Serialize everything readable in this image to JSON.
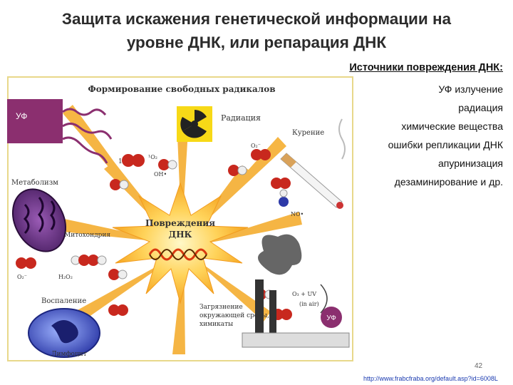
{
  "title_line1": "Защита искажения генетической информации на",
  "title_line2": "уровне ДНК, или репарация ДНК",
  "sources_heading": "Источники повреждения ДНК:",
  "sources": [
    "УФ излучение",
    "радиация",
    "химические вещества",
    "ошибки репликации ДНК",
    "апуринизация",
    "дезаминирование и др."
  ],
  "figure": {
    "top_label": "Формирование свободных радикалов",
    "uv_left": "УФ",
    "radiation": "Радиация",
    "smoking": "Курение",
    "metabolism": "Метаболизм",
    "mitochondria": "Митохондрия",
    "center_line1": "Повреждения",
    "center_line2": "ДНК",
    "inflammation": "Воспаление",
    "lymphocyte": "Лимфоцит",
    "pollution_line1": "Загрязнение",
    "pollution_line2": "окружающей среды,",
    "pollution_line3": "химикаты",
    "uv_right": "УФ",
    "ozone": "O₃ + UV",
    "in_air": "(in air)",
    "o2": "¹O₂",
    "oh": "OH•",
    "o2minus": "O₂⁻",
    "no": "NO•",
    "h2o2": "H₂O₂",
    "num": "1"
  },
  "page_number": "42",
  "url": "http://www.frabcfraba.org/default.asp?id=6008L",
  "colors": {
    "arrow": "#f5b23a",
    "uv": "#8b2f6f",
    "lymph": "#2d3aa8"
  }
}
